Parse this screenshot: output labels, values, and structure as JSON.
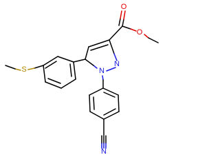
{
  "atom_labels": {
    "o_carbonyl": "O",
    "o_ester": "O",
    "n2": "N",
    "n1": "N",
    "s": "S",
    "n_nitrile": "N"
  },
  "colors": {
    "bond": "#000000",
    "nitrogen": "#1a1ae0",
    "oxygen": "#e00000",
    "sulfur": "#b08a00"
  }
}
